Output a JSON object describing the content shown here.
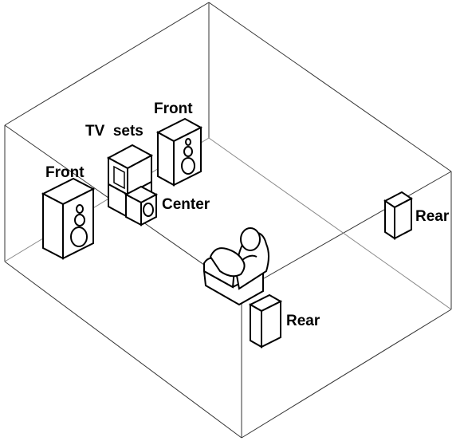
{
  "labels": {
    "front_left": "Front",
    "tv_sets": "TV  sets",
    "front_right": "Front",
    "center": "Center",
    "rear_right": "Rear",
    "rear_bottom": "Rear"
  },
  "colors": {
    "line": "#000000",
    "background": "#ffffff"
  }
}
